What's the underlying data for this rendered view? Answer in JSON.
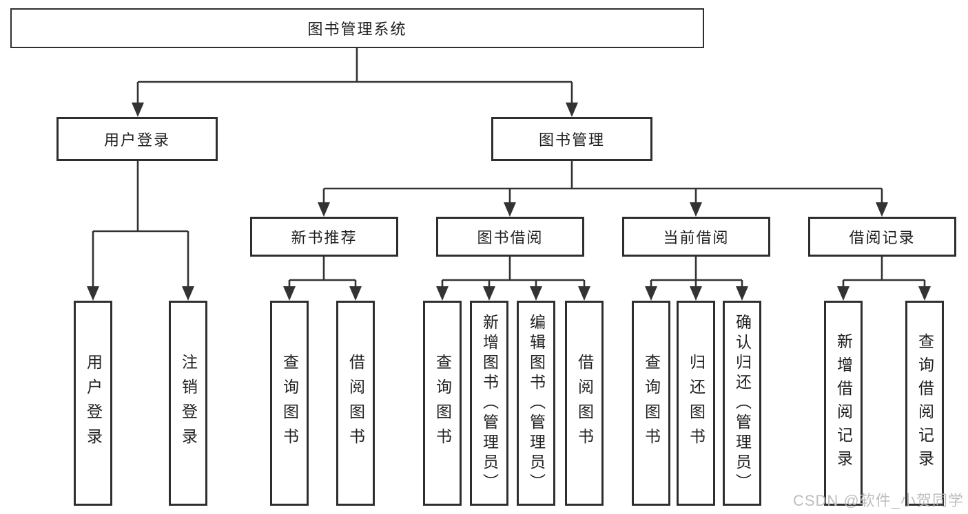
{
  "diagram_title": "图书管理系统",
  "nodes": {
    "root": "图书管理系统",
    "user_login": "用户登录",
    "book_mgmt": "图书管理",
    "new_books": "新书推荐",
    "book_borrow": "图书借阅",
    "current_borrow": "当前借阅",
    "borrow_records": "借阅记录",
    "ul_login": "用户登录",
    "ul_logout": "注销登录",
    "nb_query": "查询图书",
    "nb_borrow": "借阅图书",
    "bb_query": "查询图书",
    "bb_add": "新增图书（管理员）",
    "bb_edit": "编辑图书（管理员）",
    "bb_borrow": "借阅图书",
    "cb_query": "查询图书",
    "cb_return": "归还图书",
    "cb_confirm": "确认归还（管理员）",
    "br_add": "新增借阅记录",
    "br_query": "查询借阅记录"
  },
  "edges": [
    [
      "root",
      "user_login"
    ],
    [
      "root",
      "book_mgmt"
    ],
    [
      "user_login",
      "ul_login"
    ],
    [
      "user_login",
      "ul_logout"
    ],
    [
      "book_mgmt",
      "new_books"
    ],
    [
      "book_mgmt",
      "book_borrow"
    ],
    [
      "book_mgmt",
      "current_borrow"
    ],
    [
      "book_mgmt",
      "borrow_records"
    ],
    [
      "new_books",
      "nb_query"
    ],
    [
      "new_books",
      "nb_borrow"
    ],
    [
      "book_borrow",
      "bb_query"
    ],
    [
      "book_borrow",
      "bb_add"
    ],
    [
      "book_borrow",
      "bb_edit"
    ],
    [
      "book_borrow",
      "bb_borrow"
    ],
    [
      "current_borrow",
      "cb_query"
    ],
    [
      "current_borrow",
      "cb_return"
    ],
    [
      "current_borrow",
      "cb_confirm"
    ],
    [
      "borrow_records",
      "br_add"
    ],
    [
      "borrow_records",
      "br_query"
    ]
  ],
  "watermark": "CSDN @软件_小贺同学",
  "colors": {
    "line": "#333333",
    "box_border": "#2e2e2e",
    "text": "#1f1f1f",
    "watermark": "#bbbbbb",
    "background": "#ffffff"
  }
}
